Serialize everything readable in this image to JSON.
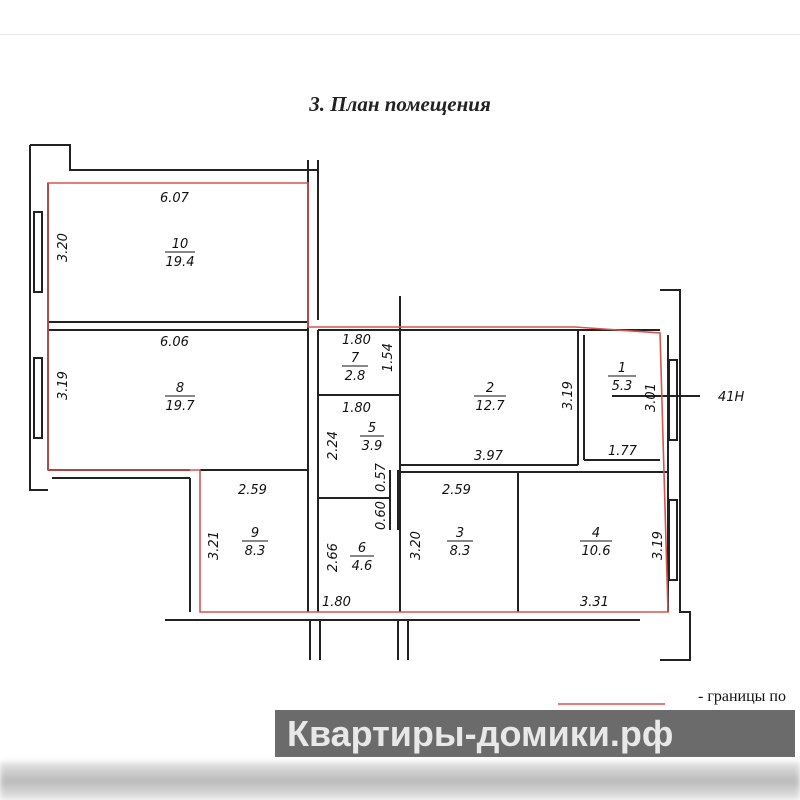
{
  "title": "3.   План помещения",
  "rooms": [
    {
      "num": "10",
      "area": "19.4"
    },
    {
      "num": "8",
      "area": "19.7"
    },
    {
      "num": "7",
      "area": "2.8"
    },
    {
      "num": "5",
      "area": "3.9"
    },
    {
      "num": "2",
      "area": "12.7"
    },
    {
      "num": "1",
      "area": "5.3"
    },
    {
      "num": "9",
      "area": "8.3"
    },
    {
      "num": "6",
      "area": "4.6"
    },
    {
      "num": "3",
      "area": "8.3"
    },
    {
      "num": "4",
      "area": "10.6"
    }
  ],
  "dims": {
    "r10_w": "6.07",
    "r10_h": "3.20",
    "r8_w": "6.06",
    "r8_h": "3.19",
    "r7_w": "1.80",
    "r7_h": "1.54",
    "r5_w": "1.80",
    "r5_h": "2.24",
    "r5_d": "0.57",
    "r2_w": "3.97",
    "r2_h": "3.19",
    "r1_w": "1.77",
    "r1_h": "3.01",
    "r9_w": "2.59",
    "r9_h": "3.21",
    "r6_w": "1.80",
    "r6_h": "2.66",
    "r6_d": "0.60",
    "r3_w": "2.59",
    "r3_h": "3.20",
    "r4_w": "3.31",
    "r4_h": "3.19"
  },
  "callout": "41Н",
  "legend": "- границы по",
  "watermark": "Квартиры-домики.рф",
  "colors": {
    "boundary": "#d9534f",
    "walls": "#222222",
    "banner": "#6b6b6b",
    "logo_green": "#8ab55a"
  }
}
